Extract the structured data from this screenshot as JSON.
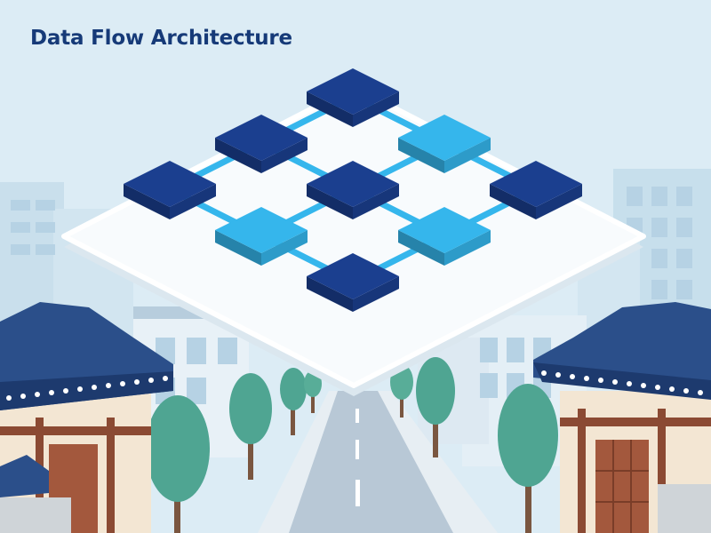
{
  "title": "Data Flow Architecture",
  "colors": {
    "sky": "#dcecf5",
    "dark_node": "#1b3f8f",
    "light_node": "#35b6ec",
    "connector": "#35b6ec",
    "platform": "#f8fbfd",
    "roof": "#2b4f8a",
    "tree": "#4fa592"
  },
  "diagram": {
    "nodes": [
      {
        "id": "n1",
        "col": 1,
        "row": -1,
        "style": "dark"
      },
      {
        "id": "n2",
        "col": 0,
        "row": 0,
        "style": "dark"
      },
      {
        "id": "n3",
        "col": 2,
        "row": 0,
        "style": "light"
      },
      {
        "id": "n4",
        "col": -1,
        "row": 1,
        "style": "dark"
      },
      {
        "id": "n5",
        "col": 1,
        "row": 1,
        "style": "dark"
      },
      {
        "id": "n6",
        "col": 3,
        "row": 1,
        "style": "dark"
      },
      {
        "id": "n7",
        "col": 0,
        "row": 2,
        "style": "light"
      },
      {
        "id": "n8",
        "col": 2,
        "row": 2,
        "style": "light"
      },
      {
        "id": "n9",
        "col": 1,
        "row": 3,
        "style": "dark"
      }
    ],
    "edges": [
      [
        "n1",
        "n2"
      ],
      [
        "n1",
        "n3"
      ],
      [
        "n2",
        "n4"
      ],
      [
        "n2",
        "n5"
      ],
      [
        "n3",
        "n5"
      ],
      [
        "n3",
        "n6"
      ],
      [
        "n4",
        "n7"
      ],
      [
        "n5",
        "n7"
      ],
      [
        "n5",
        "n8"
      ],
      [
        "n6",
        "n8"
      ],
      [
        "n7",
        "n9"
      ],
      [
        "n8",
        "n9"
      ]
    ]
  }
}
